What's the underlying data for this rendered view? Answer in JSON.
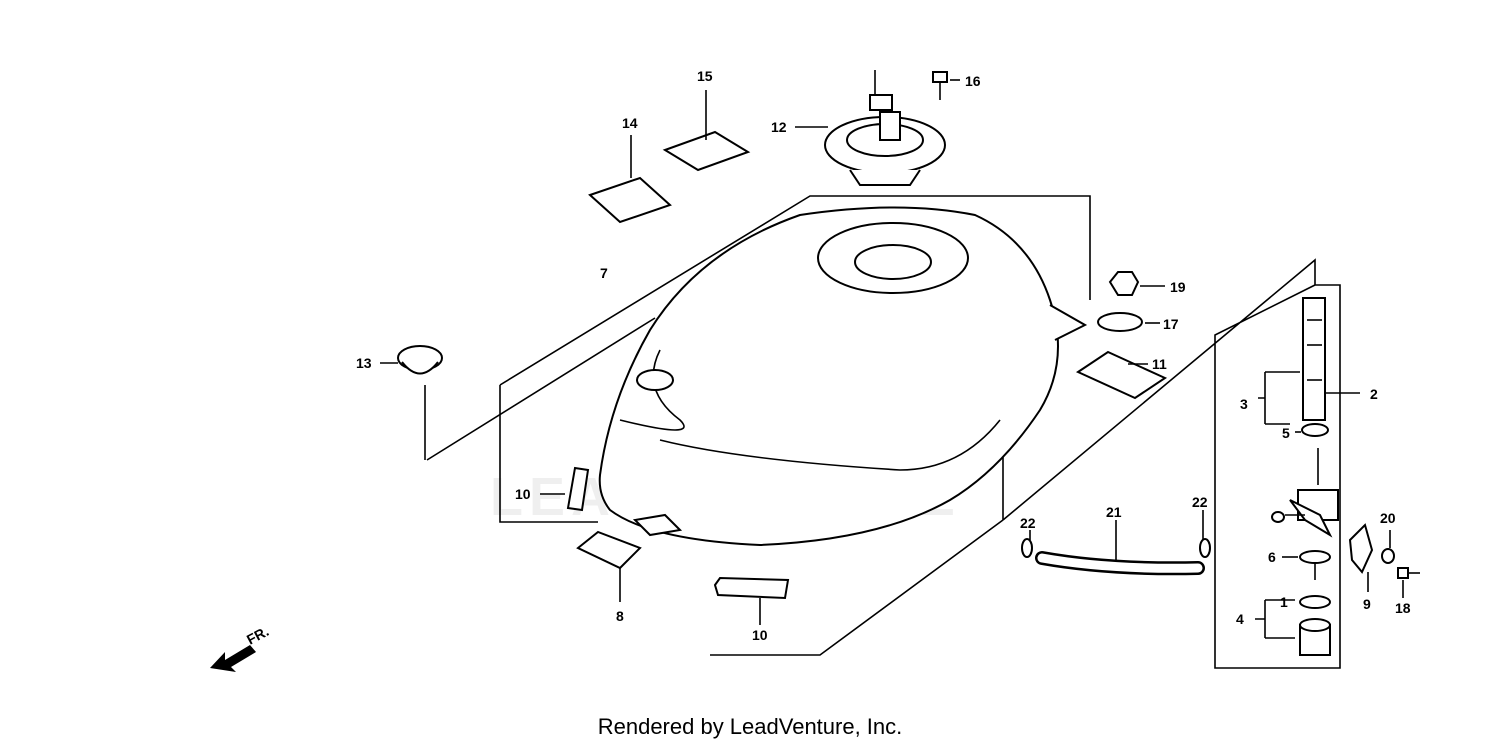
{
  "diagram": {
    "credit": "Rendered by LeadVenture, Inc.",
    "direction_label": "FR.",
    "watermark": "LEADVENTURE",
    "callouts": {
      "c1": "1",
      "c2": "2",
      "c3": "3",
      "c4": "4",
      "c5": "5",
      "c6": "6",
      "c7": "7",
      "c8": "8",
      "c9": "9",
      "c10a": "10",
      "c10b": "10",
      "c11": "11",
      "c12": "12",
      "c13": "13",
      "c14": "14",
      "c15": "15",
      "c16": "16",
      "c17": "17",
      "c18": "18",
      "c19": "19",
      "c20": "20",
      "c21": "21",
      "c22a": "22",
      "c22b": "22"
    }
  }
}
